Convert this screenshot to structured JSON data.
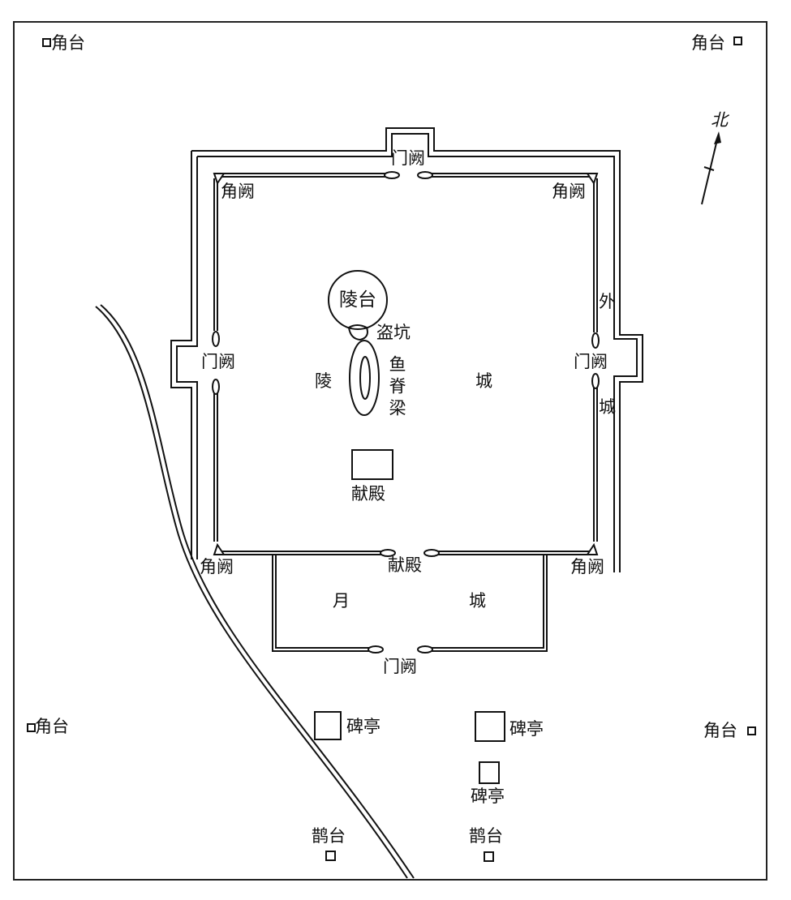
{
  "labels": {
    "corner_tower": "角台",
    "corner_gate_tower": "角阙",
    "gate_tower": "门阙",
    "mound": "陵台",
    "robbers_pit": "盗坑",
    "fish_ridge": "鱼脊梁",
    "tomb_city": "陵",
    "city": "城",
    "sacrifice_hall": "献殿",
    "outer": "外",
    "moon": "月",
    "stele_pavilion": "碑亭",
    "magpie_platform": "鹊台",
    "north": "北"
  },
  "colors": {
    "ink": "#111111",
    "background": "#ffffff"
  }
}
